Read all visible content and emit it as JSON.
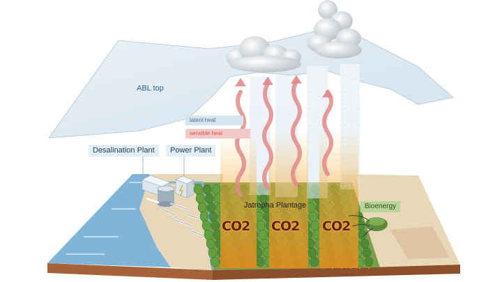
{
  "labels": {
    "abl_top": "ABL top",
    "latent_heat": "latent heat",
    "sensible_heat": "sensible heat",
    "desalination_plant": "Desalination Plant",
    "power_plant": "Power Plant",
    "jatropha_plantage": "Jatropha Plantage",
    "bioenergy": "Bioenergy",
    "co2": [
      "CO2",
      "CO2",
      "CO2"
    ]
  },
  "colors": {
    "sky_sheet": "#dbe8f2",
    "latent_heat_tag": "#d6e4ef",
    "sensible_heat_tag": "#f2c9c6",
    "sensible_heat_text": "#d9534f",
    "bioenergy_tag": "#b9d49b",
    "plume_orange": "#f0a030",
    "sea": "#7fb5d8",
    "sand": "#e8d8b8",
    "trees": "#5a8f3c"
  }
}
